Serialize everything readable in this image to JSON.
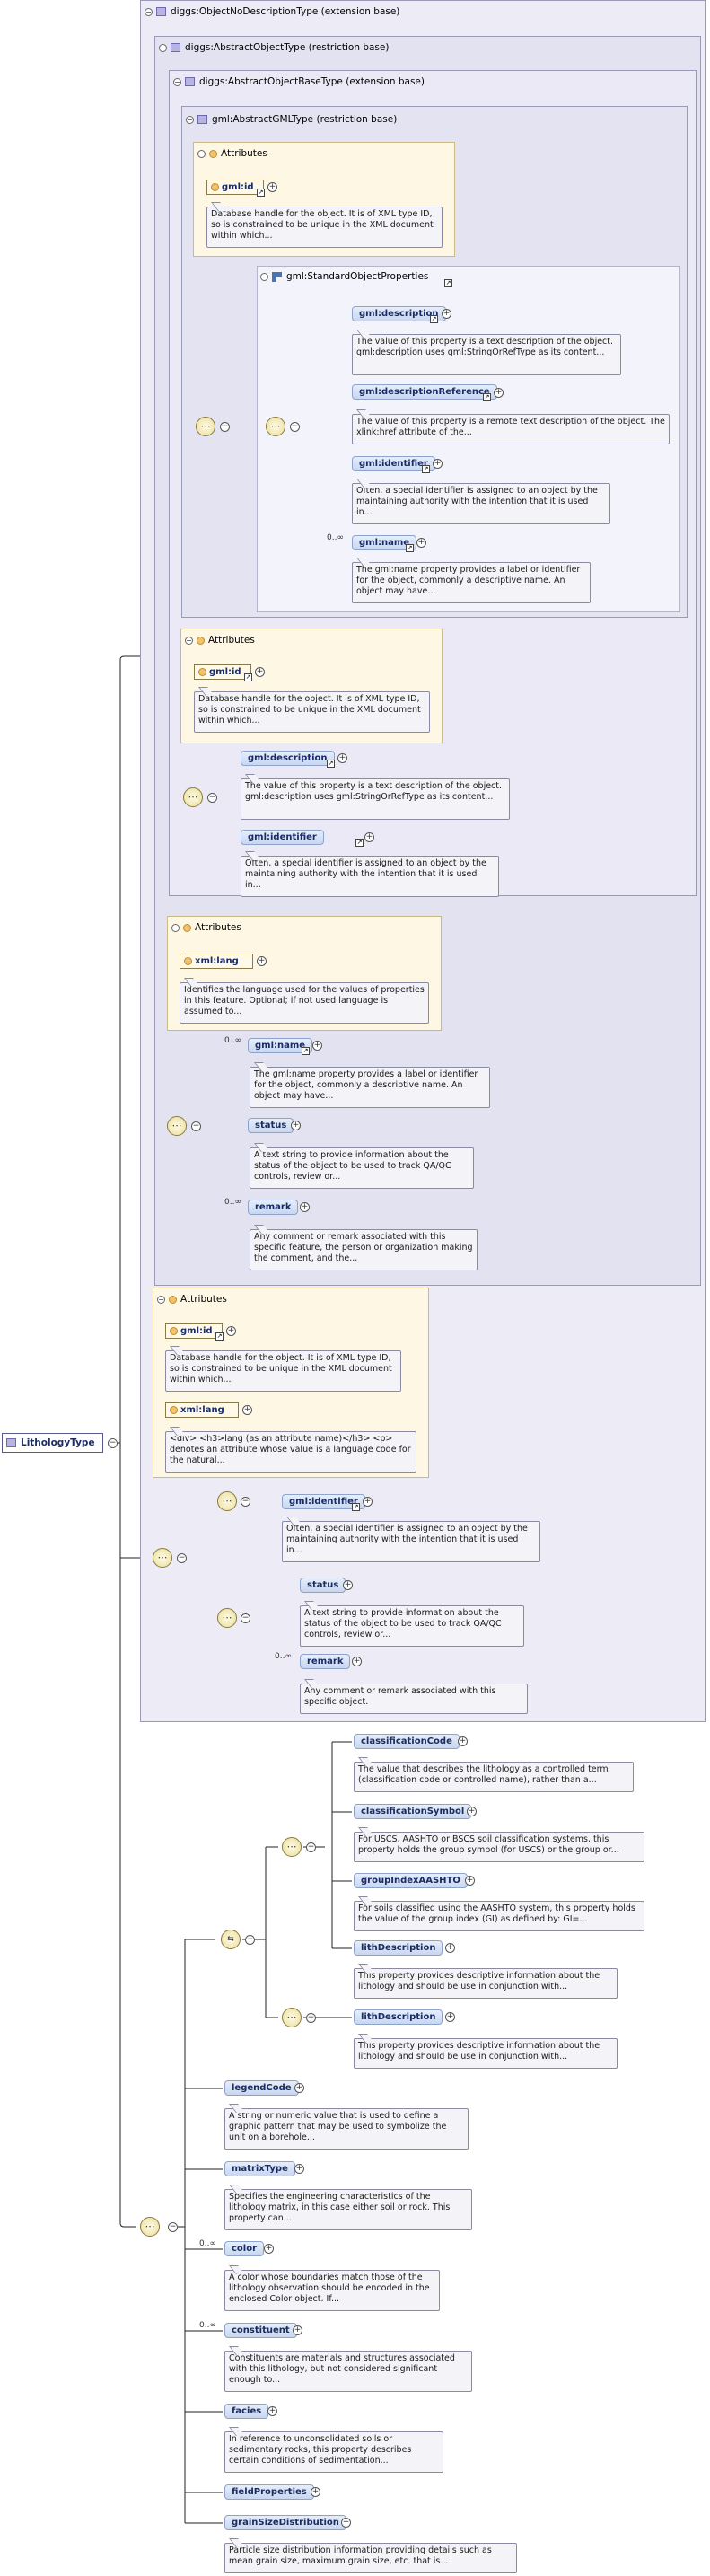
{
  "root": {
    "label": "LithologyType"
  },
  "boxes": {
    "ond": "diggs:ObjectNoDescriptionType (extension base)",
    "aot": "diggs:AbstractObjectType (restriction base)",
    "aobt": "diggs:AbstractObjectBaseType (extension base)",
    "agml": "gml:AbstractGMLType (restriction base)",
    "sop": "gml:StandardObjectProperties"
  },
  "attributes_label": "Attributes",
  "multiplicity": {
    "zero_many": "0..∞"
  },
  "items": {
    "gid1": {
      "name": "gml:id",
      "doc": "Database handle for the object. It is of XML type ID, so is constrained to be unique in the XML document within which..."
    },
    "gdesc1": {
      "name": "gml:description",
      "doc": "The value of this property is a text description of the object. gml:description uses gml:StringOrRefType as its content..."
    },
    "gdref": {
      "name": "gml:descriptionReference",
      "doc": "The value of this property is a remote text description of the object. The xlink:href attribute of the..."
    },
    "gident1": {
      "name": "gml:identifier",
      "doc": "Often, a special identifier is assigned to an object by the maintaining authority with the intention that it is used in..."
    },
    "gname1": {
      "name": "gml:name",
      "doc": "The gml:name property provides a label or identifier for the object, commonly a descriptive name. An object may have..."
    },
    "gid2": {
      "name": "gml:id",
      "doc": "Database handle for the object. It is of XML type ID, so is constrained to be unique in the XML document within which..."
    },
    "gdesc2": {
      "name": "gml:description",
      "doc": "The value of this property is a text description of the object. gml:description uses gml:StringOrRefType as its content..."
    },
    "gident2": {
      "name": "gml:identifier",
      "doc": "Often, a special identifier is assigned to an object by the maintaining authority with the intention that it is used in..."
    },
    "xlang1": {
      "name": "xml:lang",
      "doc": "Identifies the language used for the values of properties in this feature. Optional; if not used language is assumed to..."
    },
    "gname2": {
      "name": "gml:name",
      "doc": "The gml:name property provides a label or identifier for the object, commonly a descriptive name. An object may have..."
    },
    "status1": {
      "name": "status",
      "doc": "A text string to provide information about the status of the object to be used to track QA/QC controls, review or..."
    },
    "remark1": {
      "name": "remark",
      "doc": "Any comment or remark associated with this specific feature, the person or organization making the comment, and the..."
    },
    "gid3": {
      "name": "gml:id",
      "doc": "Database handle for the object. It is of XML type ID, so is constrained to be unique in the XML document within which..."
    },
    "xlang2": {
      "name": "xml:lang",
      "doc": "<div> <h3>lang (as an attribute name)</h3> <p> denotes an attribute whose value is a language code for the natural..."
    },
    "gident3": {
      "name": "gml:identifier",
      "doc": "Often, a special identifier is assigned to an object by the maintaining authority with the intention that it is used in..."
    },
    "status2": {
      "name": "status",
      "doc": "A text string to provide information about the status of the object to be used to track QA/QC controls, review or..."
    },
    "remark2": {
      "name": "remark",
      "doc": "Any comment or remark associated with this specific object."
    },
    "classCode": {
      "name": "classificationCode",
      "doc": "The value that describes the lithology as a controlled term (classification code or controlled name), rather than a..."
    },
    "classSym": {
      "name": "classificationSymbol",
      "doc": "For USCS, AASHTO or BSCS soil classification systems, this property holds the group symbol (for USCS) or the group or..."
    },
    "giAashto": {
      "name": "groupIndexAASHTO",
      "doc": "For soils classified using the AASHTO system, this property holds the value of the group index (GI) as defined by: GI=..."
    },
    "lith1": {
      "name": "lithDescription",
      "doc": "This property provides descriptive information about the lithology and should be use in conjunction with..."
    },
    "lith2": {
      "name": "lithDescription",
      "doc": "This property provides descriptive information about the lithology and should be use in conjunction with..."
    },
    "legend": {
      "name": "legendCode",
      "doc": "A string or numeric value that is used to define a graphic pattern that may be used to symbolize the unit on a borehole..."
    },
    "matrix": {
      "name": "matrixType",
      "doc": "Specifies the engineering characteristics of the lithology matrix, in this case either soil or rock. This property can..."
    },
    "color": {
      "name": "color",
      "doc": "A color whose boundaries match those of the lithology observation should be encoded in the enclosed Color object. If..."
    },
    "constit": {
      "name": "constituent",
      "doc": "Constituents are materials and structures associated with this lithology, but not considered significant enough to..."
    },
    "facies": {
      "name": "facies",
      "doc": "In reference to unconsolidated soils or sedimentary rocks, this property describes certain conditions of sedimentation..."
    },
    "fieldProps": {
      "name": "fieldProperties"
    },
    "gsd": {
      "name": "grainSizeDistribution",
      "doc": "Particle size distribution information providing details such as mean grain size, maximum grain size, etc. that is..."
    }
  }
}
